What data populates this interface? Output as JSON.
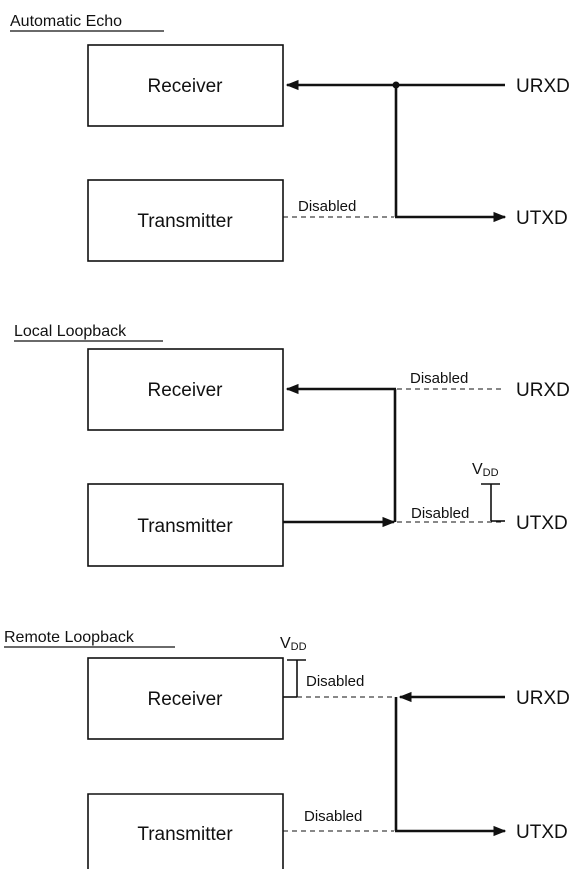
{
  "sections": {
    "automatic_echo": {
      "title": "Automatic Echo",
      "receiver": "Receiver",
      "transmitter": "Transmitter",
      "disabled_tx": "Disabled",
      "rx_pin": "URXD",
      "tx_pin": "UTXD"
    },
    "local_loopback": {
      "title": "Local Loopback",
      "receiver": "Receiver",
      "transmitter": "Transmitter",
      "disabled_rx": "Disabled",
      "disabled_tx": "Disabled",
      "vdd_main": "V",
      "vdd_sub": "DD",
      "rx_pin": "URXD",
      "tx_pin": "UTXD"
    },
    "remote_loopback": {
      "title": "Remote Loopback",
      "receiver": "Receiver",
      "transmitter": "Transmitter",
      "disabled_rx": "Disabled",
      "disabled_tx": "Disabled",
      "vdd_main": "V",
      "vdd_sub": "DD",
      "rx_pin": "URXD",
      "tx_pin": "UTXD"
    }
  },
  "colors": {
    "line": "#111111",
    "background": "#ffffff"
  }
}
